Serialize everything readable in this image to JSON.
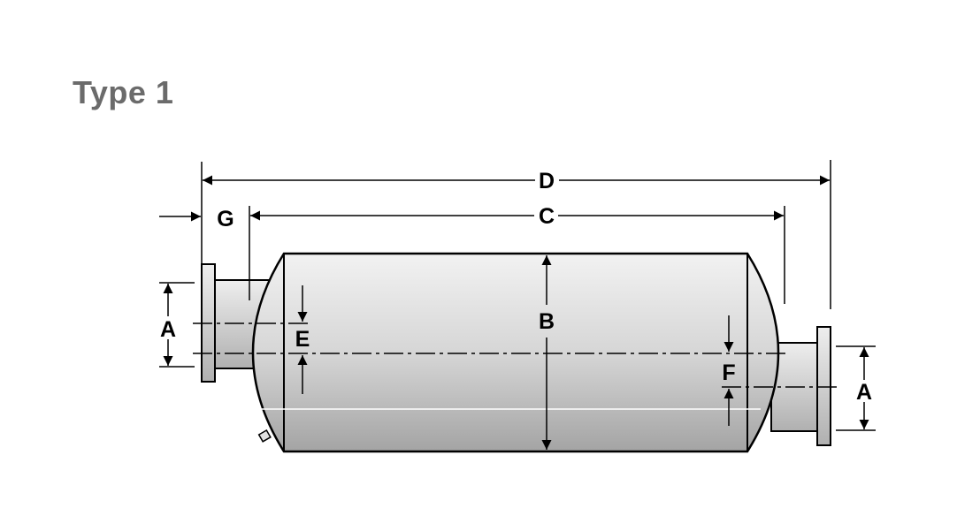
{
  "title": "Type 1",
  "labels": {
    "D": "D",
    "C": "C",
    "G": "G",
    "B": "B",
    "A_left": "A",
    "A_right": "A",
    "E": "E",
    "F": "F"
  }
}
